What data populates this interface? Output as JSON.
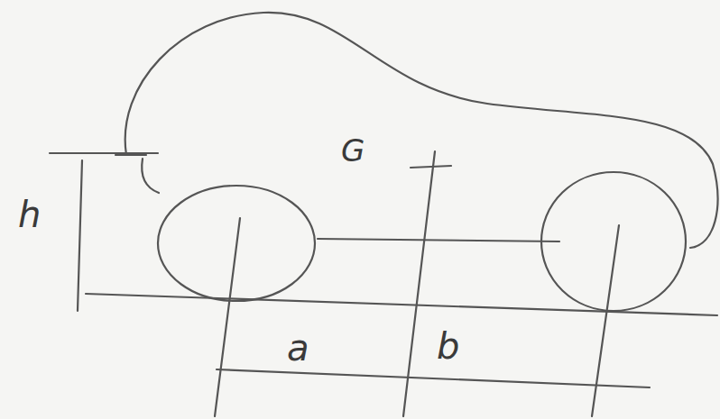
{
  "diagram": {
    "labels": [
      "G",
      "h",
      "a",
      "b"
    ]
  }
}
